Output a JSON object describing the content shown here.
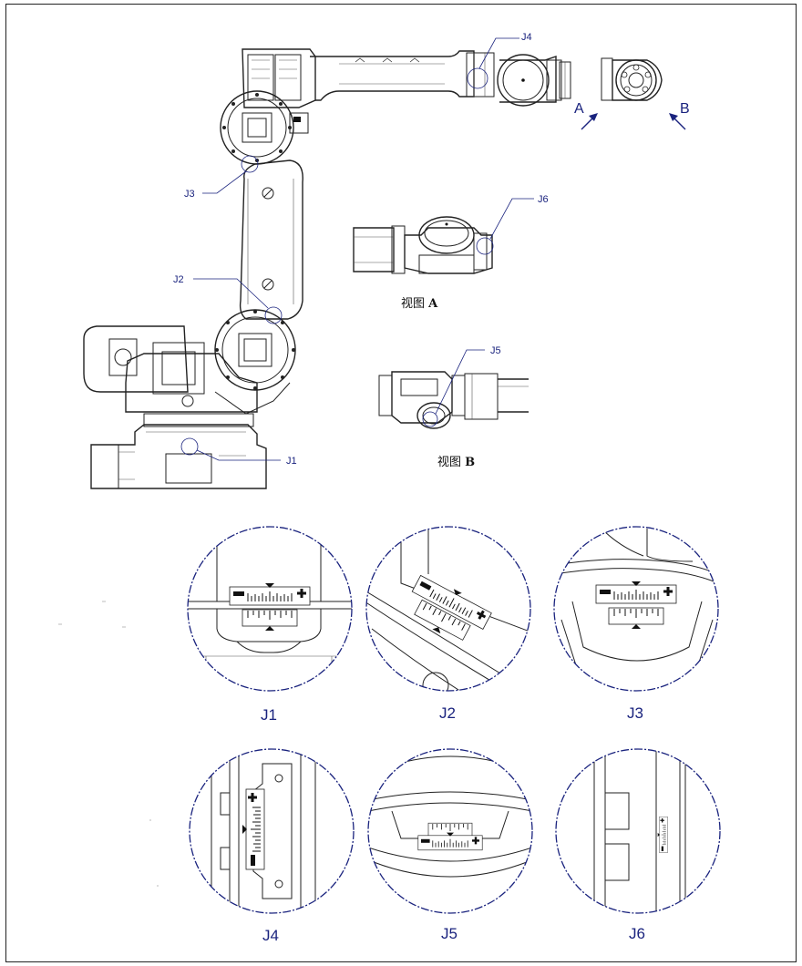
{
  "callouts": {
    "j1": "J1",
    "j2": "J2",
    "j3": "J3",
    "j4": "J4",
    "j5": "J5",
    "j6": "J6"
  },
  "arrows": {
    "a": "A",
    "b": "B"
  },
  "views": {
    "a_prefix": "视图",
    "a_letter": "A",
    "b_prefix": "视图",
    "b_letter": "B"
  },
  "details": [
    {
      "label": "J1"
    },
    {
      "label": "J2"
    },
    {
      "label": "J3"
    },
    {
      "label": "J4"
    },
    {
      "label": "J5"
    },
    {
      "label": "J6"
    }
  ],
  "colors": {
    "line": "#222222",
    "accent": "#1a237e",
    "paper": "#ffffff"
  }
}
